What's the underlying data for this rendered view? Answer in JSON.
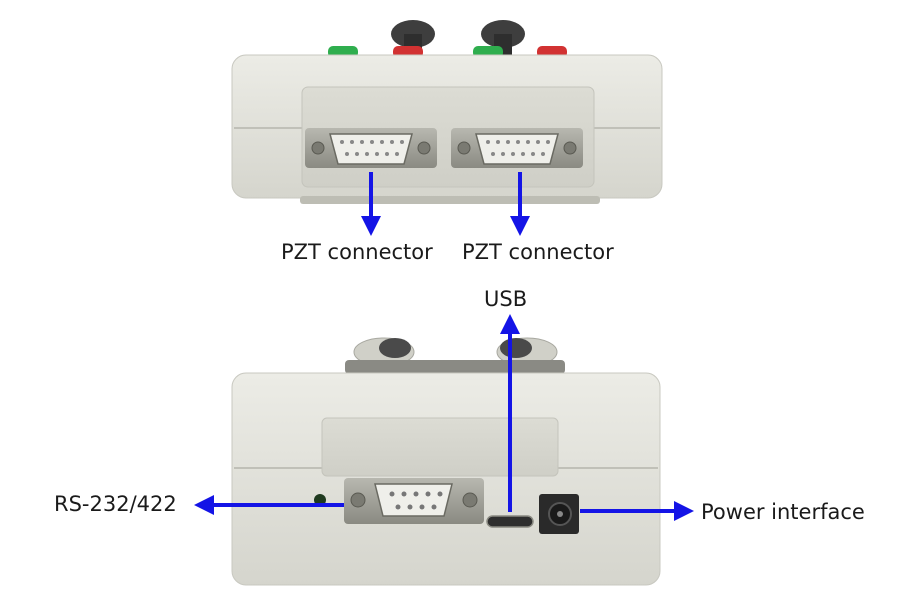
{
  "colors": {
    "arrow": "#1414e6",
    "housing": "#e3e3dc",
    "housing_shadow": "#bdbdb4",
    "panel": "#d7d7cf",
    "connector_metal": "#9c9c94",
    "btn_green": "#2fae4e",
    "btn_red": "#d23232",
    "knob": "#4a4a4a"
  },
  "top_view": {
    "connector_left_label": "PZT connector",
    "connector_right_label": "PZT connector"
  },
  "bottom_view": {
    "usb_label": "USB",
    "serial_label": "RS-232/422",
    "power_label": "Power interface"
  }
}
